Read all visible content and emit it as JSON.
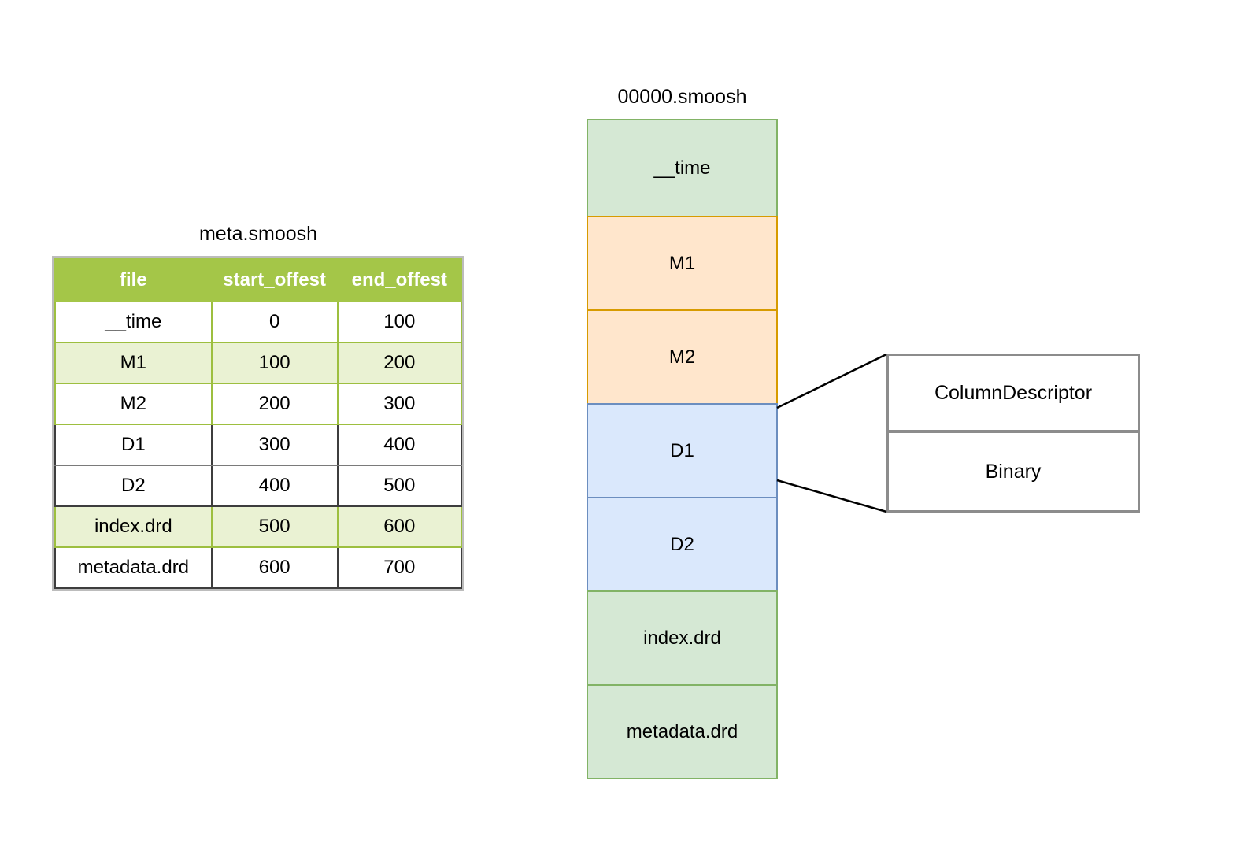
{
  "meta_panel": {
    "title": "meta.smoosh",
    "columns": [
      "file",
      "start_offest",
      "end_offest"
    ],
    "rows": [
      {
        "file": "__time",
        "start_offest": "0",
        "end_offest": "100"
      },
      {
        "file": "M1",
        "start_offest": "100",
        "end_offest": "200"
      },
      {
        "file": "M2",
        "start_offest": "200",
        "end_offest": "300"
      },
      {
        "file": "D1",
        "start_offest": "300",
        "end_offest": "400"
      },
      {
        "file": "D2",
        "start_offest": "400",
        "end_offest": "500"
      },
      {
        "file": "index.drd",
        "start_offest": "500",
        "end_offest": "600"
      },
      {
        "file": "metadata.drd",
        "start_offest": "600",
        "end_offest": "700"
      }
    ]
  },
  "smoosh_panel": {
    "title": "00000.smoosh",
    "segments": [
      {
        "label": "__time",
        "color": "green"
      },
      {
        "label": "M1",
        "color": "orange"
      },
      {
        "label": "M2",
        "color": "orange"
      },
      {
        "label": "D1",
        "color": "blue"
      },
      {
        "label": "D2",
        "color": "blue"
      },
      {
        "label": "index.drd",
        "color": "green"
      },
      {
        "label": "metadata.drd",
        "color": "green"
      }
    ]
  },
  "descriptor_box": {
    "top_label": "ColumnDescriptor",
    "bottom_label": "Binary"
  },
  "colors": {
    "header_green": "#a4c648",
    "row_alt_green": "#eaf2d3",
    "seg_green_fill": "#d5e8d4",
    "seg_green_border": "#82b366",
    "seg_orange_fill": "#ffe6cc",
    "seg_orange_border": "#d79b00",
    "seg_blue_fill": "#dae8fc",
    "seg_blue_border": "#6c8ebf",
    "box_border_gray": "#8c8c8c",
    "table_outer_gray": "#bcbcbc",
    "connector_black": "#000000"
  }
}
